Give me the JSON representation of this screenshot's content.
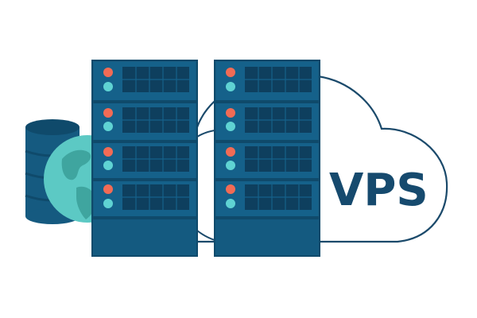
{
  "illustration": {
    "subject": "VPS hosting illustration",
    "cloud_label": "VPS",
    "elements": [
      "server-rack-left",
      "server-rack-right",
      "database-cylinder",
      "globe",
      "cloud-outline"
    ],
    "server_units_per_rack": 4,
    "colors": {
      "rack_body": "#145a80",
      "rack_dark": "#0f4a6b",
      "panel_cell": "#0e3f5e",
      "led_red": "#f26b55",
      "led_teal": "#5fd3d3",
      "globe_ocean": "#5cc9c4",
      "globe_land": "#3fa59f",
      "database": "#155a80",
      "cloud_stroke": "#1b4a6b",
      "vps_text": "#164a6e",
      "background": "#ffffff"
    }
  }
}
